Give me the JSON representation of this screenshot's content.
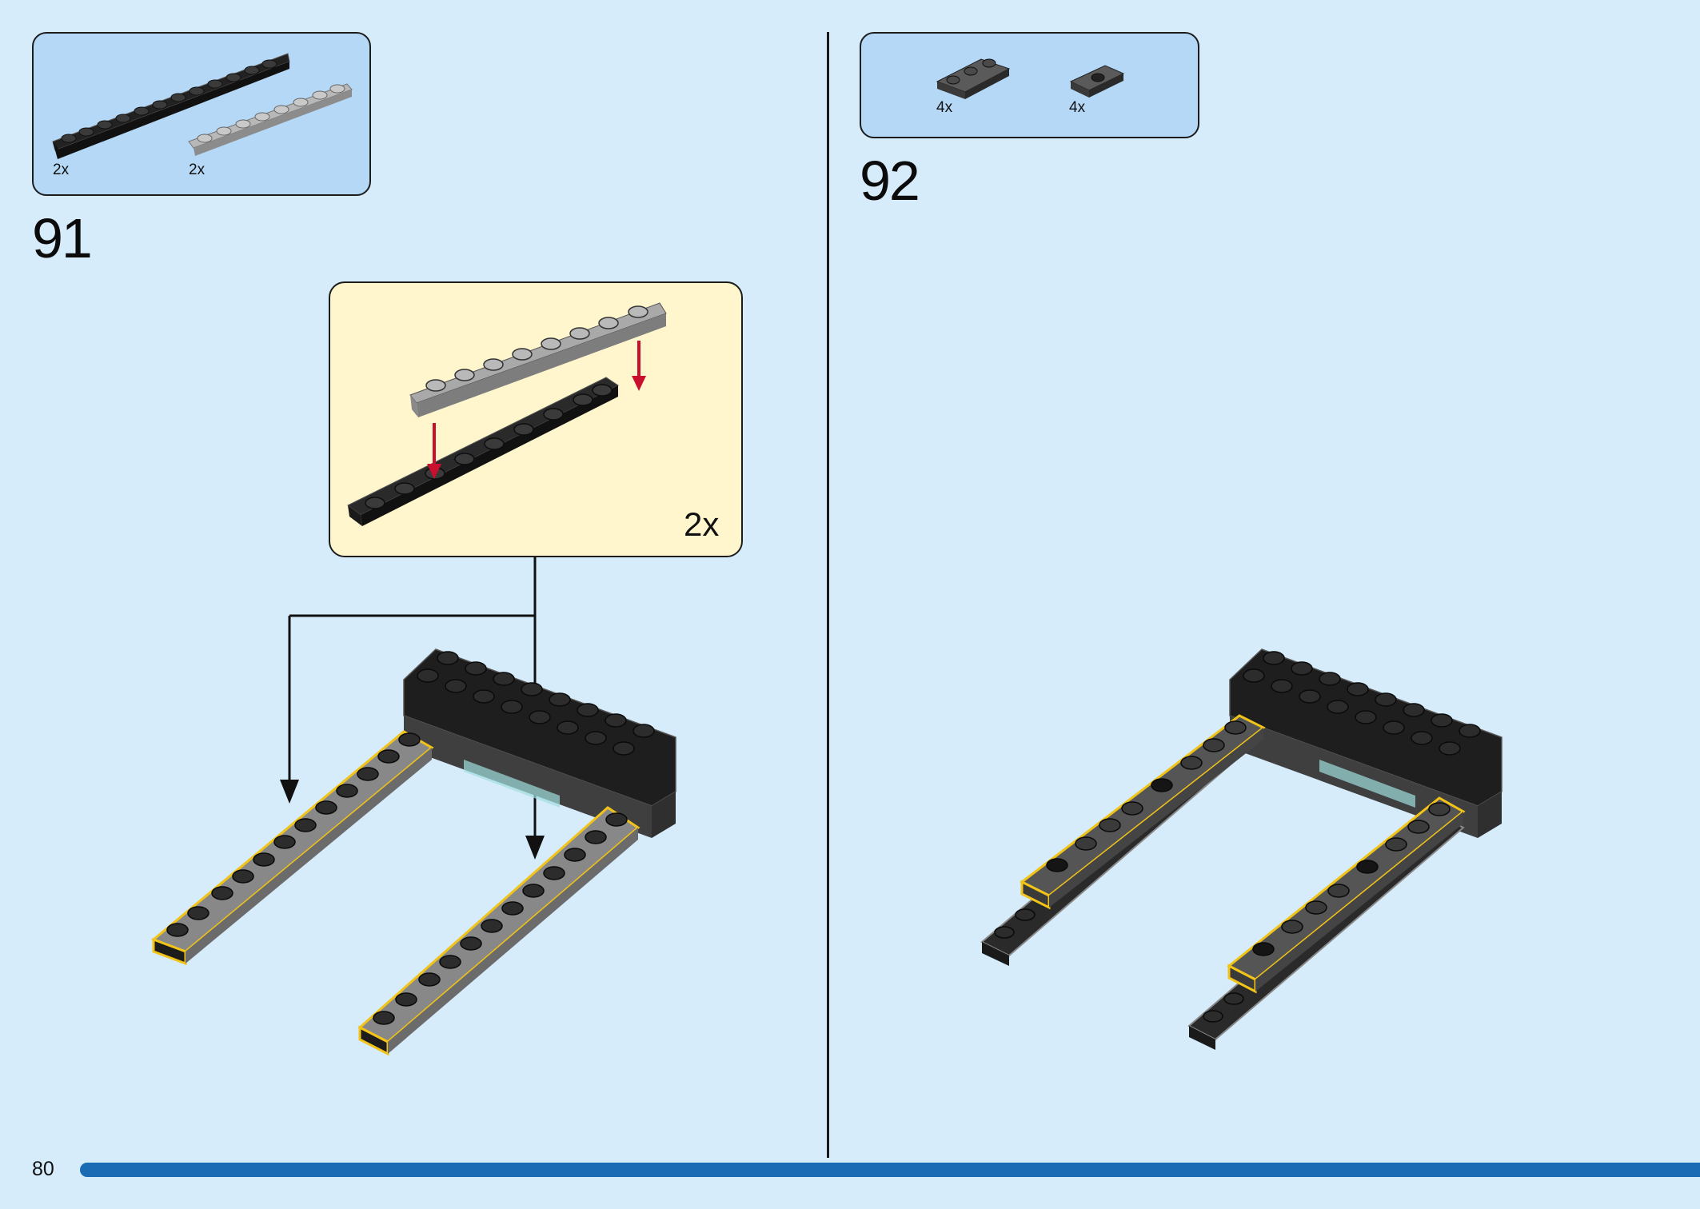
{
  "page": {
    "number": "80"
  },
  "progress": {
    "fraction": 1.0,
    "color": "#1a6bb3"
  },
  "colors": {
    "background": "#d6ecfa",
    "parts_box": "#b4d8f6",
    "callout": "#fff6cd",
    "highlight": "#f2c417",
    "arrow_red": "#c8102e"
  },
  "step91": {
    "number": "91",
    "parts": [
      {
        "name": "black-plate-1x12",
        "qty": "2x"
      },
      {
        "name": "light-gray-plate-1x8",
        "qty": "2x"
      }
    ],
    "callout": {
      "multiplier": "2x"
    }
  },
  "step92": {
    "number": "92",
    "parts": [
      {
        "name": "dark-gray-plate-1x3",
        "qty": "4x"
      },
      {
        "name": "dark-gray-jumper-plate-1x2",
        "qty": "4x"
      }
    ]
  }
}
